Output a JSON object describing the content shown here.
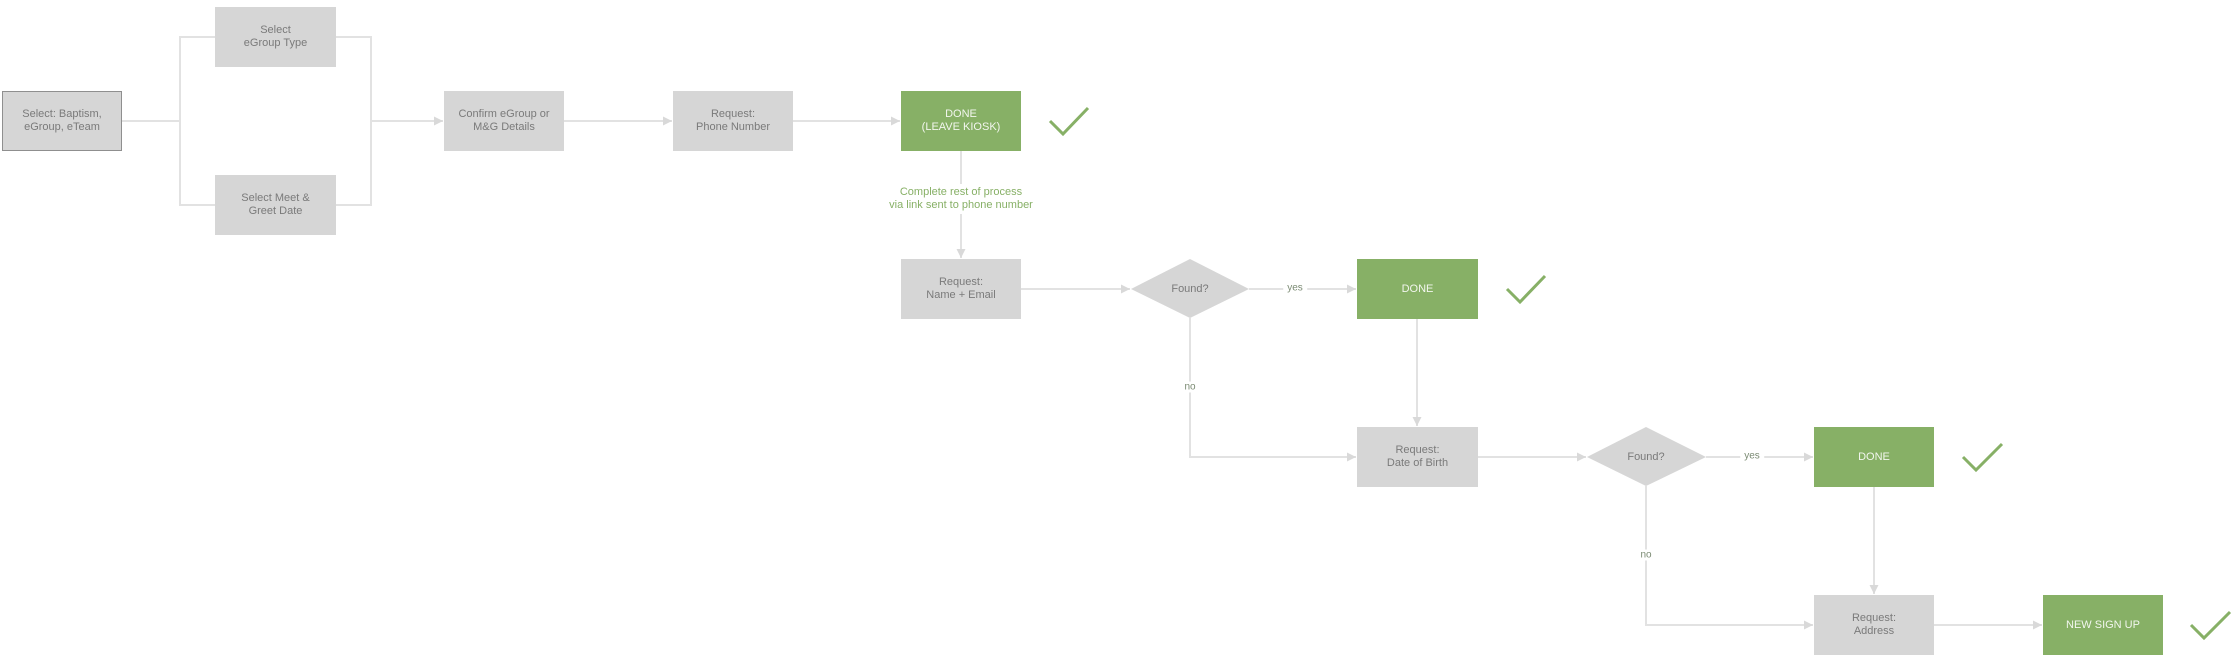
{
  "colors": {
    "box_fill": "#d6d6d6",
    "box_text": "#7a7a7a",
    "done_fill": "#87b066",
    "done_text": "#f2f6ee",
    "connector": "#e2e2e2",
    "check": "#87b066",
    "note_text": "#87b066"
  },
  "nodes": {
    "select_type": "Select: Baptism,\neGroup, eTeam",
    "select_egroup_type": "Select\neGroup Type",
    "select_mg_date": "Select Meet &\nGreet Date",
    "confirm_details": "Confirm eGroup or\nM&G Details",
    "request_phone": "Request:\nPhone Number",
    "done_leave_kiosk": "DONE\n(LEAVE KIOSK)",
    "request_name_email": "Request:\nName + Email",
    "found_1": "Found?",
    "done_2": "DONE",
    "request_dob": "Request:\nDate of Birth",
    "found_2": "Found?",
    "done_3": "DONE",
    "request_address": "Request:\nAddress",
    "new_sign_up": "NEW SIGN UP"
  },
  "edge_labels": {
    "found_1_yes": "yes",
    "found_1_no": "no",
    "found_2_yes": "yes",
    "found_2_no": "no"
  },
  "note": "Complete rest of process\nvia link sent to phone number",
  "icons": {
    "check_1": "checkmark-icon",
    "check_2": "checkmark-icon",
    "check_3": "checkmark-icon",
    "check_4": "checkmark-icon"
  }
}
